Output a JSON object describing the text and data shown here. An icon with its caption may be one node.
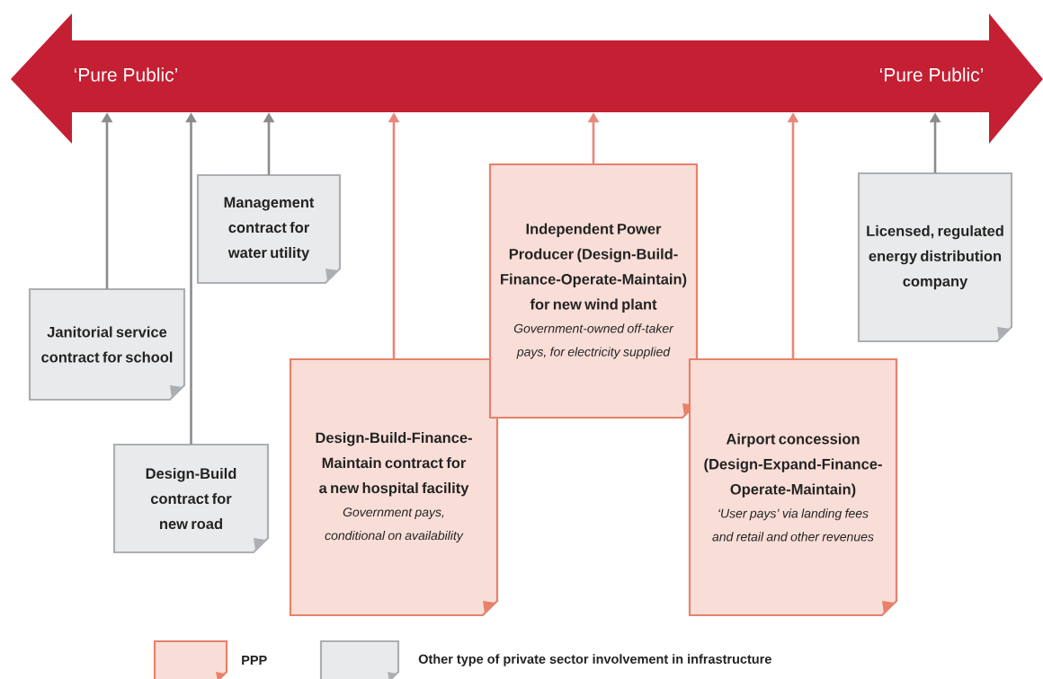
{
  "diagram": {
    "nodes": [
      {
        "text": [
          "‘Pure Public’",
          "‘Pure Public’"
        ]
      },
      {
        "text": [
          "Janitorial service contract for school"
        ]
      },
      {
        "text": [
          "Management contract for water utility"
        ]
      },
      {
        "text": [
          "Design-Build contract for new road"
        ]
      },
      {
        "text": [
          "Design-Build-Finance-Maintain contract for a new hospital facility",
          "Government pays, conditional on availability"
        ]
      },
      {
        "text": [
          "Independent Power Producer (Design-Build-Finance-Operate-Maintain) for new wind plant",
          "Government-owned off-taker pays, for electricity supplied"
        ]
      },
      {
        "text": [
          "Airport concession (Design-Expand-Finance-Operate-Maintain)",
          "‘User pays’ via landing fees and retail and other revenues"
        ]
      },
      {
        "text": [
          "Licensed, regulated energy distribution company"
        ]
      }
    ],
    "edges": [
      {
        "from": 1,
        "to": 0,
        "arrow": "to"
      },
      {
        "from": 3,
        "to": 0,
        "arrow": "to"
      },
      {
        "from": 2,
        "to": 0,
        "arrow": "to"
      },
      {
        "from": 4,
        "to": 0,
        "arrow": "to",
        "color": "#e8877a"
      },
      {
        "from": 5,
        "to": 0,
        "arrow": "to",
        "color": "#e8877a"
      },
      {
        "from": 6,
        "to": 0,
        "arrow": "to",
        "color": "#e8877a"
      },
      {
        "from": 7,
        "to": 0,
        "arrow": "to"
      }
    ],
    "legend": [
      {
        "text": "PPP",
        "color": "#f9ded8"
      },
      {
        "text": "Other type of private sector involvement in infrastructure",
        "color": "#e9eaeb"
      }
    ]
  }
}
